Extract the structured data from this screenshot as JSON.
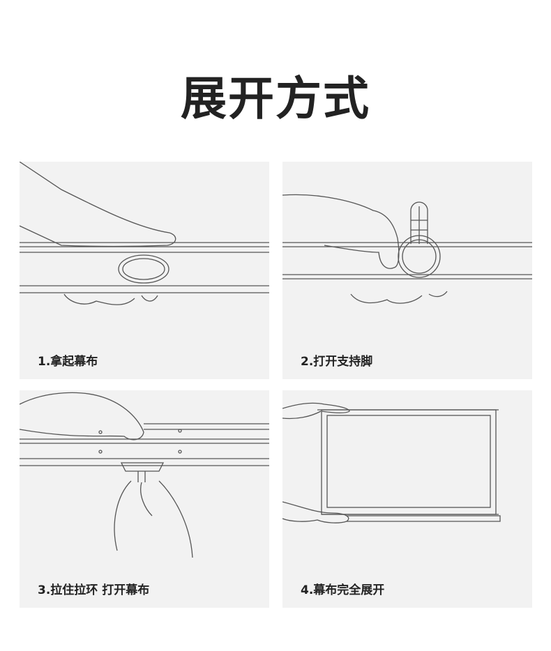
{
  "title": "展开方式",
  "steps": [
    {
      "label": "1.拿起幕布"
    },
    {
      "label": "2.打开支持脚"
    },
    {
      "label": "3.拉住拉环 打开幕布"
    },
    {
      "label": "4.幕布完全展开"
    }
  ]
}
